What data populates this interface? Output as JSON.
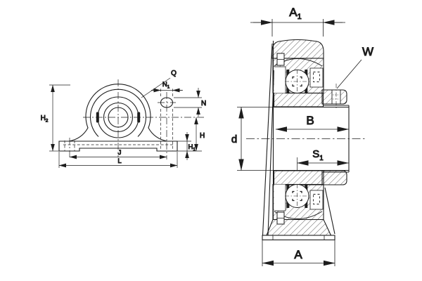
{
  "drawing": {
    "kind": "bearing-unit-dimension-drawing",
    "colors": {
      "background": "#ffffff",
      "line_color": "#1d1d1d"
    },
    "front_view": {
      "labels": {
        "H2": {
          "base": "H",
          "sub": "2"
        },
        "Q": {
          "base": "Q",
          "sub": ""
        },
        "N1": {
          "base": "N",
          "sub": "1"
        },
        "N": {
          "base": "N",
          "sub": ""
        },
        "H": {
          "base": "H",
          "sub": ""
        },
        "H1": {
          "base": "H",
          "sub": "1"
        },
        "J": {
          "base": "J",
          "sub": ""
        },
        "L": {
          "base": "L",
          "sub": ""
        }
      }
    },
    "section_view": {
      "labels": {
        "A1": {
          "base": "A",
          "sub": "1"
        },
        "W": {
          "base": "W",
          "sub": ""
        },
        "B": {
          "base": "B",
          "sub": ""
        },
        "d": {
          "base": "d",
          "sub": ""
        },
        "S1": {
          "base": "S",
          "sub": "1"
        },
        "A": {
          "base": "A",
          "sub": ""
        }
      }
    }
  }
}
